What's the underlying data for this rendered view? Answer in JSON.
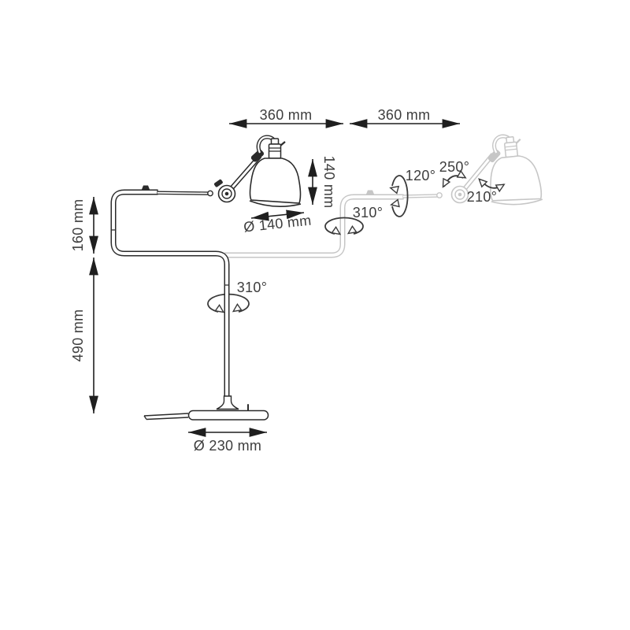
{
  "diagram": {
    "type": "product-dimension-drawing",
    "subject": "articulated table lamp with ghost position",
    "colors": {
      "line_dark": "#2b2b2b",
      "line_ghost": "#c6c6c6",
      "dimension": "#1f1f1f",
      "label": "#3d3d3d",
      "background": "#ffffff"
    },
    "dimensions": {
      "arm_front": "360 mm",
      "arm_rear": "360 mm",
      "shade_height": "140 mm",
      "shade_diameter": "Ø 140 mm",
      "column_upper": "160 mm",
      "column_lower": "490 mm",
      "base_diameter": "Ø 230 mm"
    },
    "rotations": {
      "column_swivel_lower": "310°",
      "riser_swivel_upper": "310°",
      "arm_roll": "120°",
      "elbow_swing": "250°",
      "shade_swing": "210°"
    }
  }
}
